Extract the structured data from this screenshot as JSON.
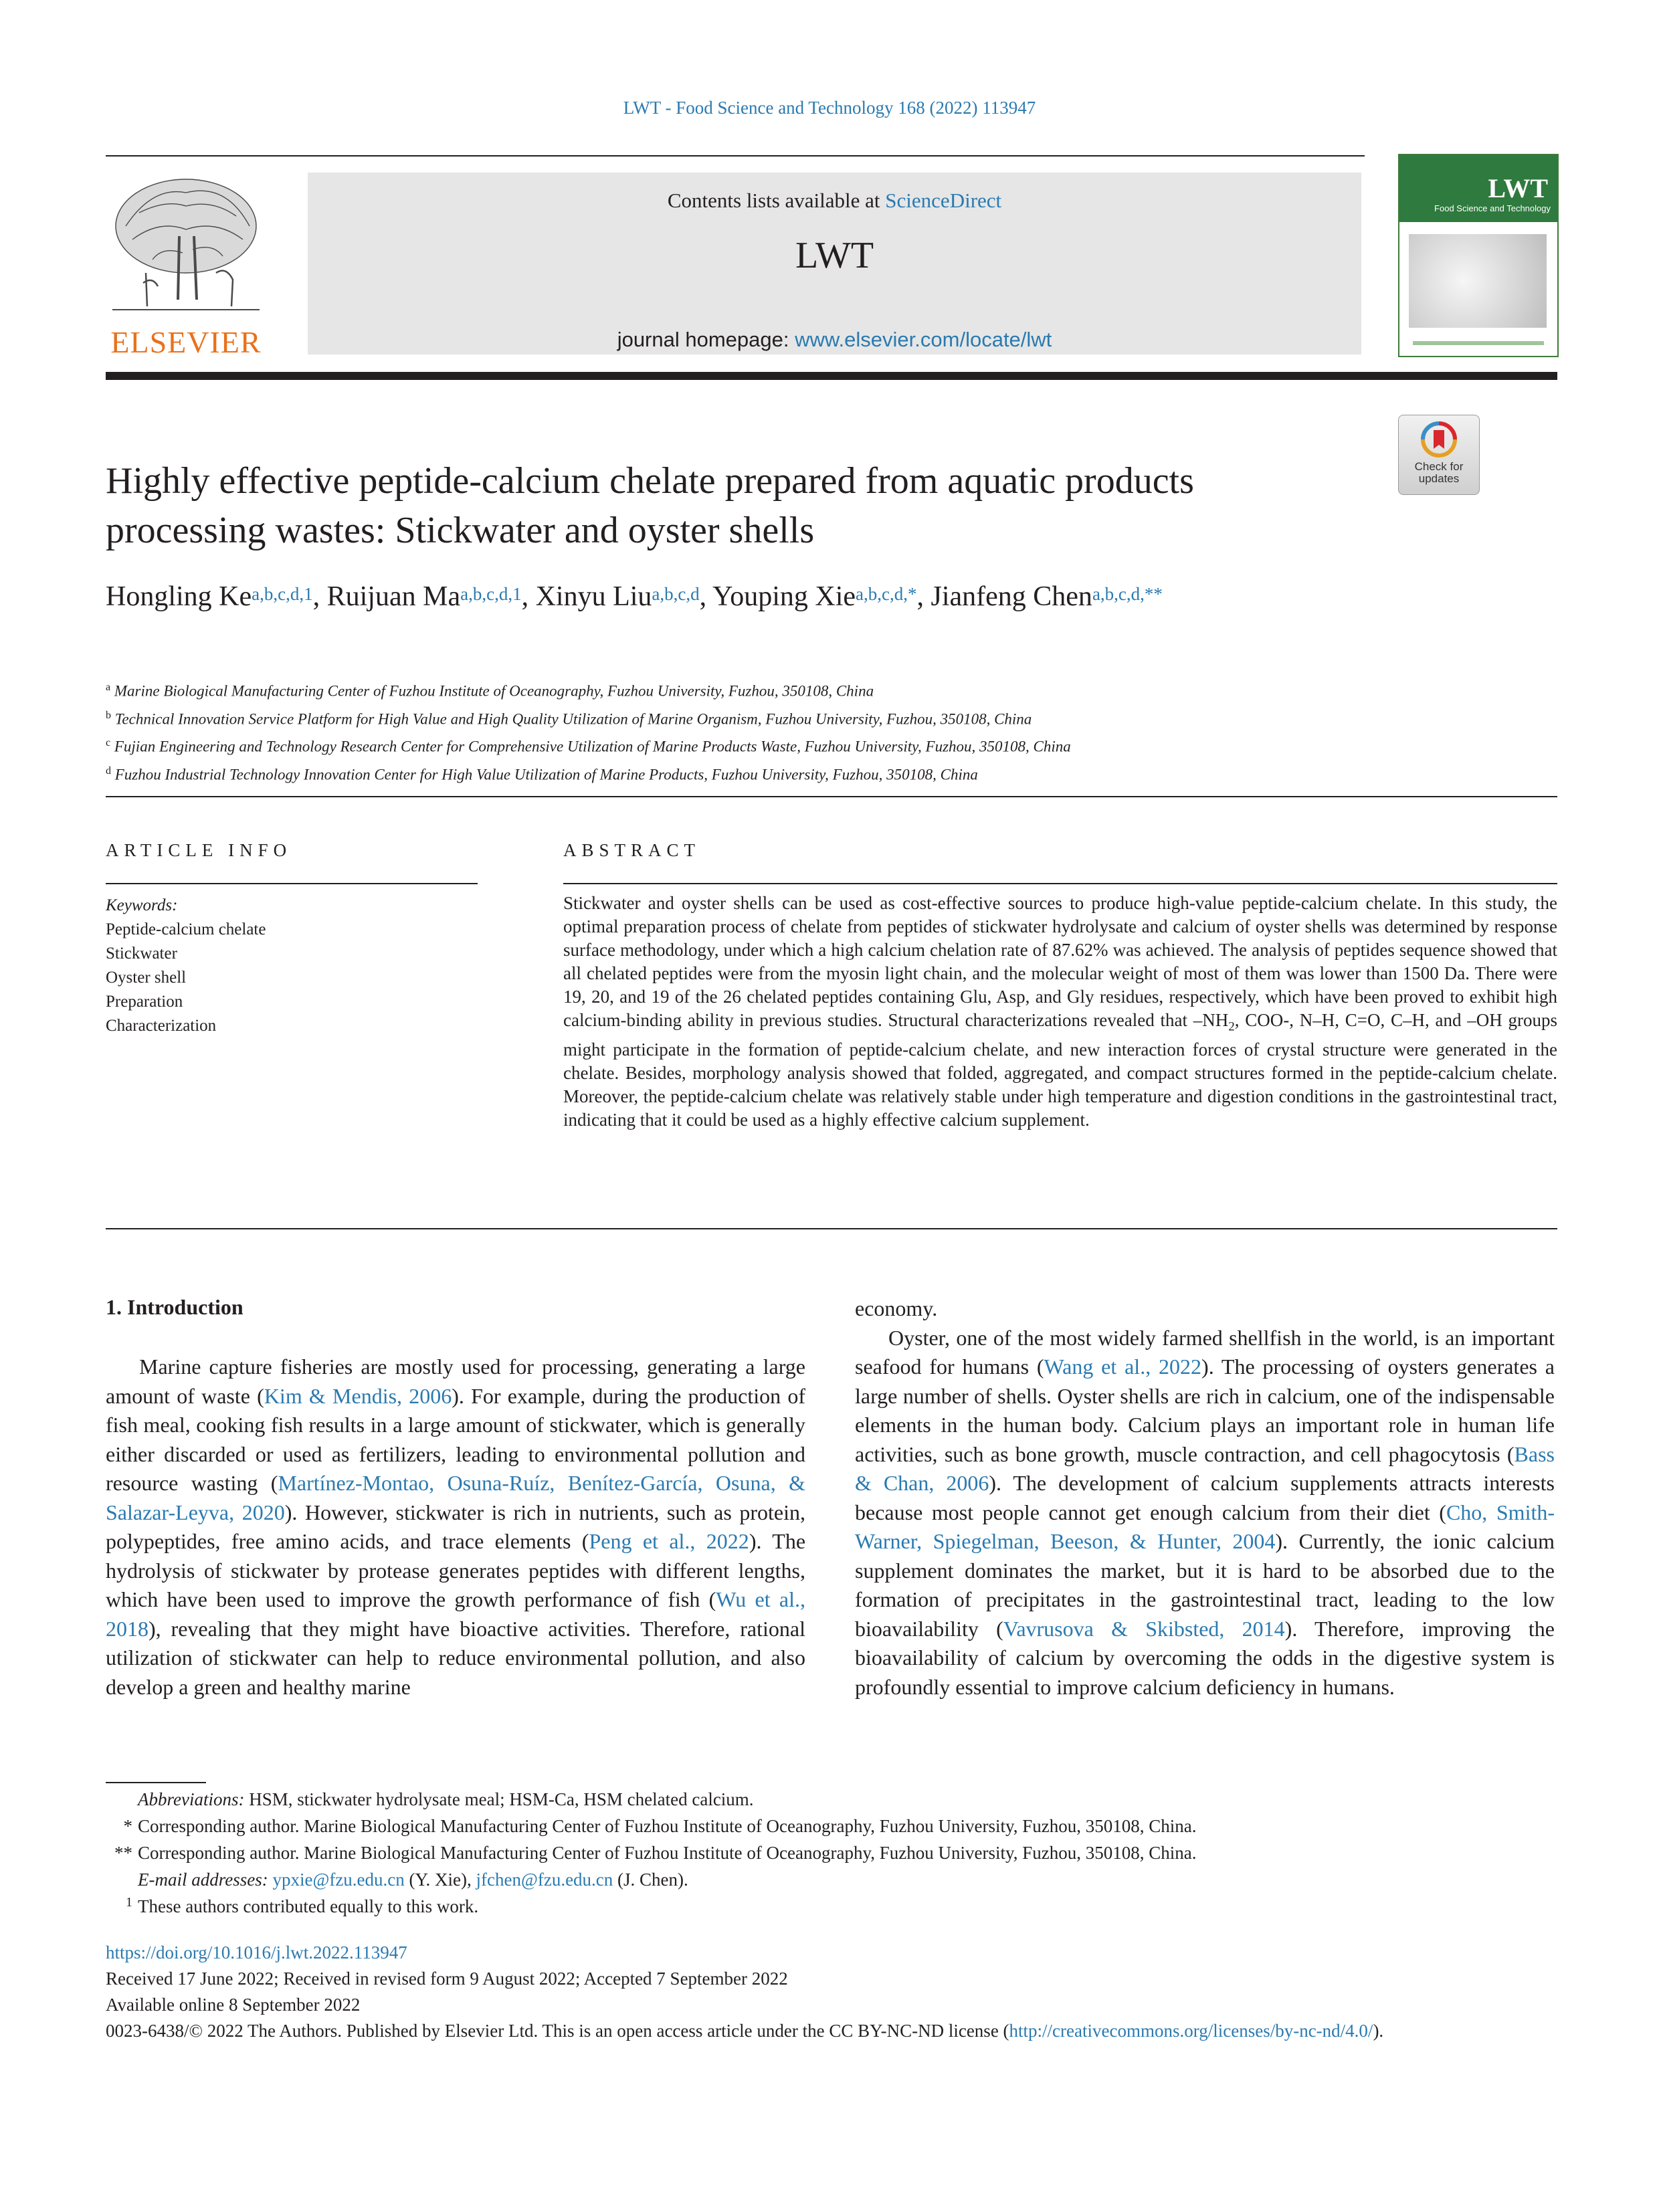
{
  "header": {
    "journal_ref": "LWT - Food Science and Technology 168 (2022) 113947",
    "publisher": "ELSEVIER",
    "contents_prefix": "Contents lists available at ",
    "contents_link": "ScienceDirect",
    "journal_name": "LWT",
    "homepage_prefix": "journal homepage: ",
    "homepage_link": "www.elsevier.com/locate/lwt",
    "cover_title": "LWT",
    "cover_subtitle": "Food Science and Technology",
    "check_badge": "Check for updates"
  },
  "article": {
    "title": "Highly effective peptide-calcium chelate prepared from aquatic products processing wastes: Stickwater and oyster shells",
    "authors": [
      {
        "name": "Hongling Ke",
        "marks": "a,b,c,d,1",
        "sep": ", "
      },
      {
        "name": "Ruijuan Ma",
        "marks": "a,b,c,d,1",
        "sep": ", "
      },
      {
        "name": "Xinyu Liu",
        "marks": "a,b,c,d",
        "sep": ", "
      },
      {
        "name": "Youping Xie",
        "marks": "a,b,c,d,*",
        "sep": ", "
      },
      {
        "name": "Jianfeng Chen",
        "marks": "a,b,c,d,**",
        "sep": ""
      }
    ],
    "affiliations": [
      {
        "mark": "a",
        "text": "Marine Biological Manufacturing Center of Fuzhou Institute of Oceanography, Fuzhou University, Fuzhou, 350108, China"
      },
      {
        "mark": "b",
        "text": "Technical Innovation Service Platform for High Value and High Quality Utilization of Marine Organism, Fuzhou University, Fuzhou, 350108, China"
      },
      {
        "mark": "c",
        "text": "Fujian Engineering and Technology Research Center for Comprehensive Utilization of Marine Products Waste, Fuzhou University, Fuzhou, 350108, China"
      },
      {
        "mark": "d",
        "text": "Fuzhou Industrial Technology Innovation Center for High Value Utilization of Marine Products, Fuzhou University, Fuzhou, 350108, China"
      }
    ]
  },
  "article_info": {
    "heading": "ARTICLE INFO",
    "keywords_label": "Keywords:",
    "keywords": [
      "Peptide-calcium chelate",
      "Stickwater",
      "Oyster shell",
      "Preparation",
      "Characterization"
    ]
  },
  "abstract": {
    "heading": "ABSTRACT",
    "text_1": "Stickwater and oyster shells can be used as cost-effective sources to produce high-value peptide-calcium chelate. In this study, the optimal preparation process of chelate from peptides of stickwater hydrolysate and calcium of oyster shells was determined by response surface methodology, under which a high calcium chelation rate of 87.62% was achieved. The analysis of peptides sequence showed that all chelated peptides were from the myosin light chain, and the molecular weight of most of them was lower than 1500 Da. There were 19, 20, and 19 of the 26 chelated peptides containing Glu, Asp, and Gly residues, respectively, which have been proved to exhibit high calcium-binding ability in previous studies. Structural characterizations revealed that –NH",
    "sub": "2",
    "text_2": ", COO-, N–H, C=O, C–H, and –OH groups might participate in the formation of peptide-calcium chelate, and new interaction forces of crystal structure were generated in the chelate. Besides, morphology analysis showed that folded, aggregated, and compact structures formed in the peptide-calcium chelate. Moreover, the peptide-calcium chelate was relatively stable under high temperature and digestion conditions in the gastrointestinal tract, indicating that it could be used as a highly effective calcium supplement."
  },
  "introduction": {
    "heading": "1.  Introduction",
    "left_p1": [
      "Marine capture fisheries are mostly used for processing, generating a large amount of waste (",
      "Kim & Mendis, 2006",
      "). For example, during the production of fish meal, cooking fish results in a large amount of stickwater, which is generally either discarded or used as fertilizers, leading to environmental pollution and resource wasting (",
      "Martínez-Montao, Osuna-Ruíz, Benítez-García, Osuna, & Salazar-Leyva, 2020",
      "). However, stickwater is rich in nutrients, such as protein, polypeptides, free amino acids, and trace elements (",
      "Peng et al., 2022",
      "). The hydrolysis of stickwater by protease generates peptides with different lengths, which have been used to improve the growth performance of fish (",
      "Wu et al., 2018",
      "), revealing that they might have bioactive activities. Therefore, rational utilization of stickwater can help to reduce environmental pollution, and also develop a green and healthy marine"
    ],
    "right_cont": "economy.",
    "right_p2": [
      "Oyster, one of the most widely farmed shellfish in the world, is an important seafood for humans (",
      "Wang et al., 2022",
      "). The processing of oysters generates a large number of shells. Oyster shells are rich in calcium, one of the indispensable elements in the human body. Calcium plays an important role in human life activities, such as bone growth, muscle contraction, and cell phagocytosis (",
      "Bass & Chan, 2006",
      "). The development of calcium supplements attracts interests because most people cannot get enough calcium from their diet (",
      "Cho, Smith-Warner, Spiegelman, Beeson, & Hunter, 2004",
      "). Currently, the ionic calcium supplement dominates the market, but it is hard to be absorbed due to the formation of precipitates in the gastrointestinal tract, leading to the low bioavailability (",
      "Vavrusova & Skibsted, 2014",
      "). Therefore, improving the bioavailability of calcium by overcoming the odds in the digestive system is profoundly essential to improve calcium deficiency in humans."
    ]
  },
  "footnotes": {
    "abbrev_label": "Abbreviations:",
    "abbrev_text": " HSM, stickwater hydrolysate meal; HSM-Ca, HSM chelated calcium.",
    "corr1_mark": "*",
    "corr1_text": "Corresponding author. Marine Biological Manufacturing Center of Fuzhou Institute of Oceanography, Fuzhou University, Fuzhou, 350108, China.",
    "corr2_mark": "**",
    "corr2_text": "Corresponding author. Marine Biological Manufacturing Center of Fuzhou Institute of Oceanography, Fuzhou University, Fuzhou, 350108, China.",
    "email_label": "E-mail addresses:",
    "email1": "ypxie@fzu.edu.cn",
    "email1_who": " (Y. Xie), ",
    "email2": "jfchen@fzu.edu.cn",
    "email2_who": " (J. Chen).",
    "equal_mark": "1",
    "equal_text": "These authors contributed equally to this work."
  },
  "pubinfo": {
    "doi": "https://doi.org/10.1016/j.lwt.2022.113947",
    "received": "Received 17 June 2022; Received in revised form 9 August 2022; Accepted 7 September 2022",
    "available": "Available online 8 September 2022",
    "license_text": "0023-6438/© 2022 The Authors. Published by Elsevier Ltd. This is an open access article under the CC BY-NC-ND license (",
    "license_link": "http://creativecommons.org/licenses/by-nc-nd/4.0/",
    "license_end": ")."
  },
  "colors": {
    "link": "#2a7ab0",
    "elsevier_orange": "#e9711c",
    "masthead_gray": "#e6e6e6",
    "cover_green": "#2f7a3e"
  }
}
